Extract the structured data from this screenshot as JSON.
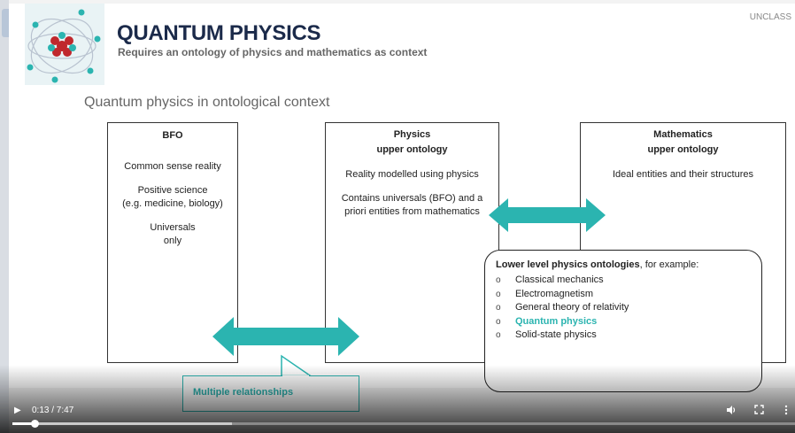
{
  "slide": {
    "title": "QUANTUM PHYSICS",
    "subtitle": "Requires an ontology of physics and mathematics as context",
    "classification": "UNCLASS",
    "section_heading": "Quantum physics in ontological context",
    "logo_icon": "atom-model-icon"
  },
  "boxes": {
    "bfo": {
      "title": "BFO",
      "lines": [
        "Common sense reality",
        "Positive science",
        "(e.g. medicine, biology)",
        "Universals",
        "only"
      ]
    },
    "physics": {
      "title_1": "Physics",
      "title_2": "upper ontology",
      "lines": [
        "Reality modelled using physics",
        "Contains universals (BFO) and a",
        "priori entities from mathematics"
      ]
    },
    "mathematics": {
      "title_1": "Mathematics",
      "title_2": "upper ontology",
      "lines": [
        "Ideal entities and their structures"
      ]
    }
  },
  "lower_level": {
    "heading_bold": "Lower level physics ontologies",
    "heading_rest": ", for example:",
    "bullet_glyph": "o",
    "items": [
      "Classical mechanics",
      "Electromagnetism",
      "General theory of relativity",
      "Quantum physics",
      "Solid-state physics"
    ],
    "highlight_index": 3
  },
  "callout": {
    "text": "Multiple relationships"
  },
  "colors": {
    "accent_teal": "#2bb4b0",
    "title_navy": "#1b2a4a"
  },
  "video": {
    "play_icon": "play-icon",
    "time_display": "0:13 / 7:47",
    "progress_fraction": 0.028,
    "buffered_fraction": 0.28,
    "volume_icon": "volume-icon",
    "fullscreen_icon": "fullscreen-icon",
    "more_icon": "more-options-icon"
  }
}
